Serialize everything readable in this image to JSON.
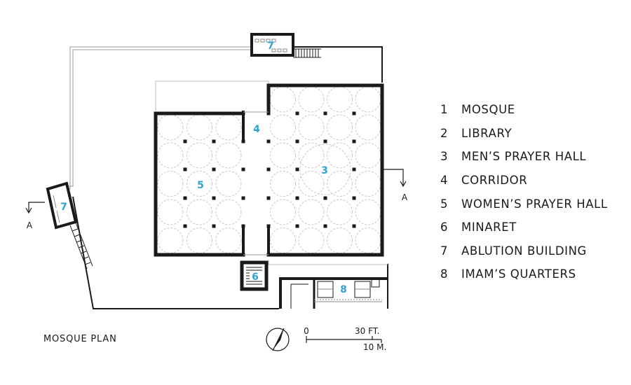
{
  "legend": [
    {
      "num": "1",
      "label": "MOSQUE"
    },
    {
      "num": "2",
      "label": "LIBRARY"
    },
    {
      "num": "3",
      "label": "MEN’S PRAYER HALL"
    },
    {
      "num": "4",
      "label": "CORRIDOR"
    },
    {
      "num": "5",
      "label": "WOMEN’S PRAYER HALL"
    },
    {
      "num": "6",
      "label": "MINARET"
    },
    {
      "num": "7",
      "label": "ABLUTION BUILDING"
    },
    {
      "num": "8",
      "label": "IMAM’S QUARTERS"
    }
  ],
  "plan_labels": {
    "ablution_top": "7",
    "ablution_left": "7",
    "mens_hall": "3",
    "corridor": "4",
    "womens_hall": "5",
    "minaret": "6",
    "imams_quarters": "8"
  },
  "section_marks": {
    "left": "A",
    "right": "A"
  },
  "scale": {
    "zero": "0",
    "feet": "30 FT.",
    "meters": "10 M."
  },
  "caption": "MOSQUE PLAN",
  "colors": {
    "line": "#1a1a1a",
    "light_line": "#bdbdbd",
    "room_number": "#2fa3cf"
  }
}
